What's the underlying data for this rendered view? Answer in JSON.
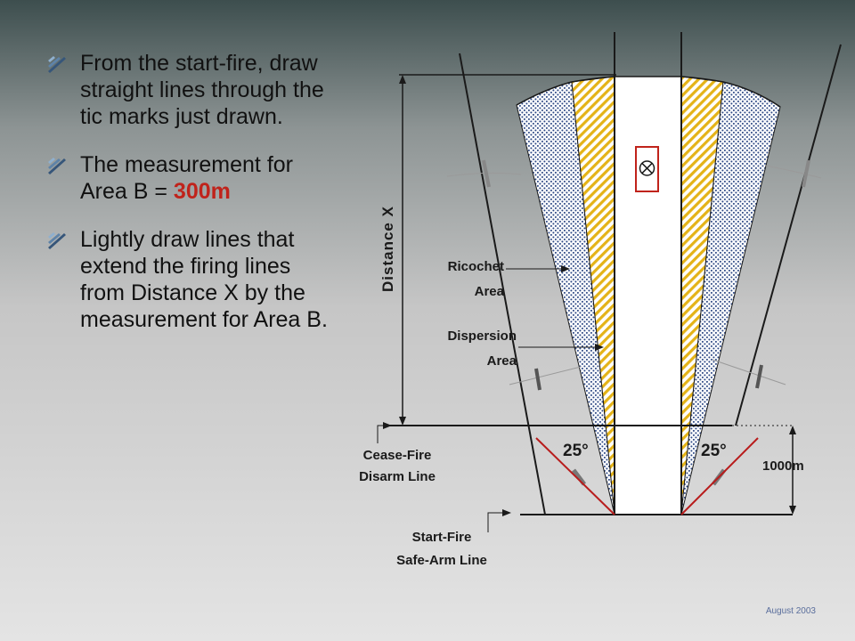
{
  "bullets": {
    "items": [
      {
        "text": "From the start-fire, draw straight lines through the tic marks just drawn."
      },
      {
        "text_before": "The measurement for Area B = ",
        "highlight": "300m"
      },
      {
        "text": "Lightly draw lines that extend the firing lines from Distance X by the measurement for Area B."
      }
    ]
  },
  "diagram": {
    "distance_label": "Distance X",
    "ricochet_line1": "Ricochet",
    "ricochet_line2": "Area",
    "dispersion_line1": "Dispersion",
    "dispersion_line2": "Area",
    "cease_line1": "Cease-Fire",
    "cease_line2": "Disarm Line",
    "start_line1": "Start-Fire",
    "start_line2": "Safe-Arm Line",
    "angle_left": "25°",
    "angle_right": "25°",
    "measure_label": "1000m",
    "target_icon": "x-circle-icon"
  },
  "footer": {
    "date": "August 2003"
  },
  "colors": {
    "highlight": "#c0231b",
    "angle_lines": "#b81c1c",
    "hatch": "#e4b318",
    "dots": "#2f4a86",
    "target_border": "#c0231b"
  }
}
